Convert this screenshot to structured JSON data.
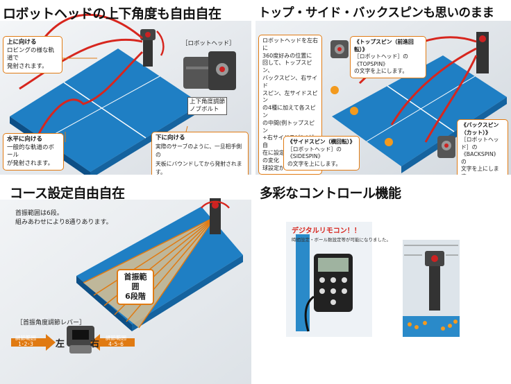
{
  "panel1": {
    "title": "ロボットヘッドの上下角度も自由自在",
    "up_title": "上に向ける",
    "up_body": "ロビングの様な軌道で\n発射されます。",
    "robot_head_label": "［ロボットヘッド］",
    "angle_lever_label": "上下角度調節\nノブボルト",
    "level_title": "水平に向ける",
    "level_body": "一般的な軌道のボール\nが発射されます。",
    "down_title": "下に向ける",
    "down_body": "実際のサーブのように、一旦相手側の\n天板にバウンドしてから発射されます。"
  },
  "panel2": {
    "title": "トップ・サイド・バックスピンも思いのまま",
    "intro": "ロボットヘッドを左右に\n360度好みの位置に\n回して、トップスピン、\nバックスピン、右サイド\nスピン、左サイドスピン\nの4種に加えて各スピン\nの中間(例トップスピン\n+右サイドスピン)が自\n在に設定でき、8種もの変化\n球設定が可能です。",
    "top_title": "《トップスピン（前進回転）》",
    "top_body": "［ロボットヘッド］の《TOPSPIN》\nの文字を上にします。",
    "side_title": "《サイドスピン（横回転）》",
    "side_body": "［ロボットヘッド］の《SIDESPIN》\nの文字を上にします。",
    "back_title": "《バックスピン\n（カット）》",
    "back_body": "［ロボットヘッド］の\n《BACKSPIN》の\n文字を上にします。"
  },
  "panel3": {
    "title": "コース設定自由自在",
    "note": "首振範囲は6段。\n組みあわせにより8通りあります。",
    "range_label": "首振範囲\n6段階",
    "lever_label": "［首振角度調節レバー］",
    "left_range": "調節範囲\n1･2･3",
    "left_char": "左",
    "right_char": "右",
    "right_range": "調節範囲\n4･5･6"
  },
  "panel4": {
    "title": "多彩なコントロール機能",
    "remote_title": "デジタルリモコン！！",
    "remote_body": "時間設定・ボール数設定等が可能になりました。"
  },
  "colors": {
    "table_blue": "#1f7fc4",
    "table_dark": "#0d4f86",
    "accent_orange": "#e07a12",
    "arc_red": "#d7261e",
    "ball_orange": "#f39a1e"
  }
}
